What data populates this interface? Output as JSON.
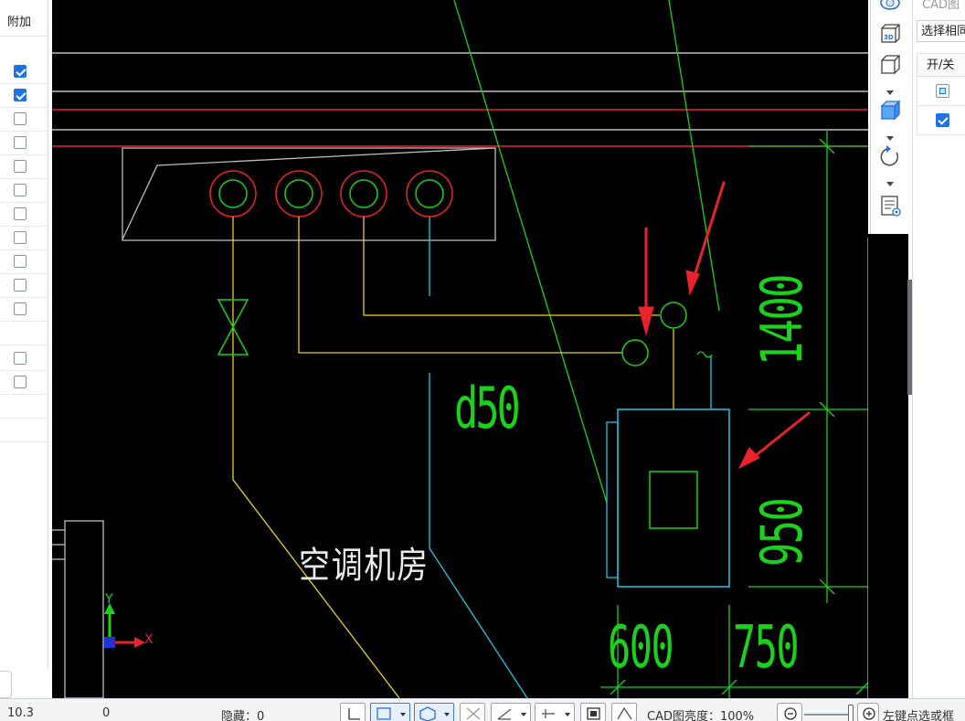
{
  "left_panel": {
    "header": "附加",
    "rows": [
      true,
      true,
      false,
      false,
      false,
      false,
      false,
      false,
      false,
      false,
      false,
      null,
      false,
      false
    ]
  },
  "cad": {
    "room_label": "空调机房",
    "pipe_label": "d50",
    "dimensions": {
      "vertical_top": "1400",
      "vertical_bottom": "950",
      "horizontal_left": "600",
      "horizontal_right": "750"
    },
    "axis": {
      "y": "Y",
      "x": "X"
    },
    "colors": {
      "background": "#000000",
      "green": "#19d219",
      "yellow": "#e6d21e",
      "cyan": "#1ec8e6",
      "red": "#e8232a",
      "white": "#d8d8d8"
    }
  },
  "vertical_toolbar": {
    "icons": [
      "orbit-icon",
      "3d-view-icon",
      "cube-icon",
      "cube-solid-icon",
      "rotate-icon",
      "layer-view-icon"
    ]
  },
  "right_panel": {
    "title": "CAD图",
    "select_label": "选择相同",
    "column_header": "开/关",
    "rows": [
      "partial",
      "checked"
    ]
  },
  "status_bar": {
    "coord": "10.3",
    "value2": "0",
    "hidden": "隐藏：0",
    "brightness": "CAD图亮度：100%",
    "hint": "左键点选或框"
  }
}
